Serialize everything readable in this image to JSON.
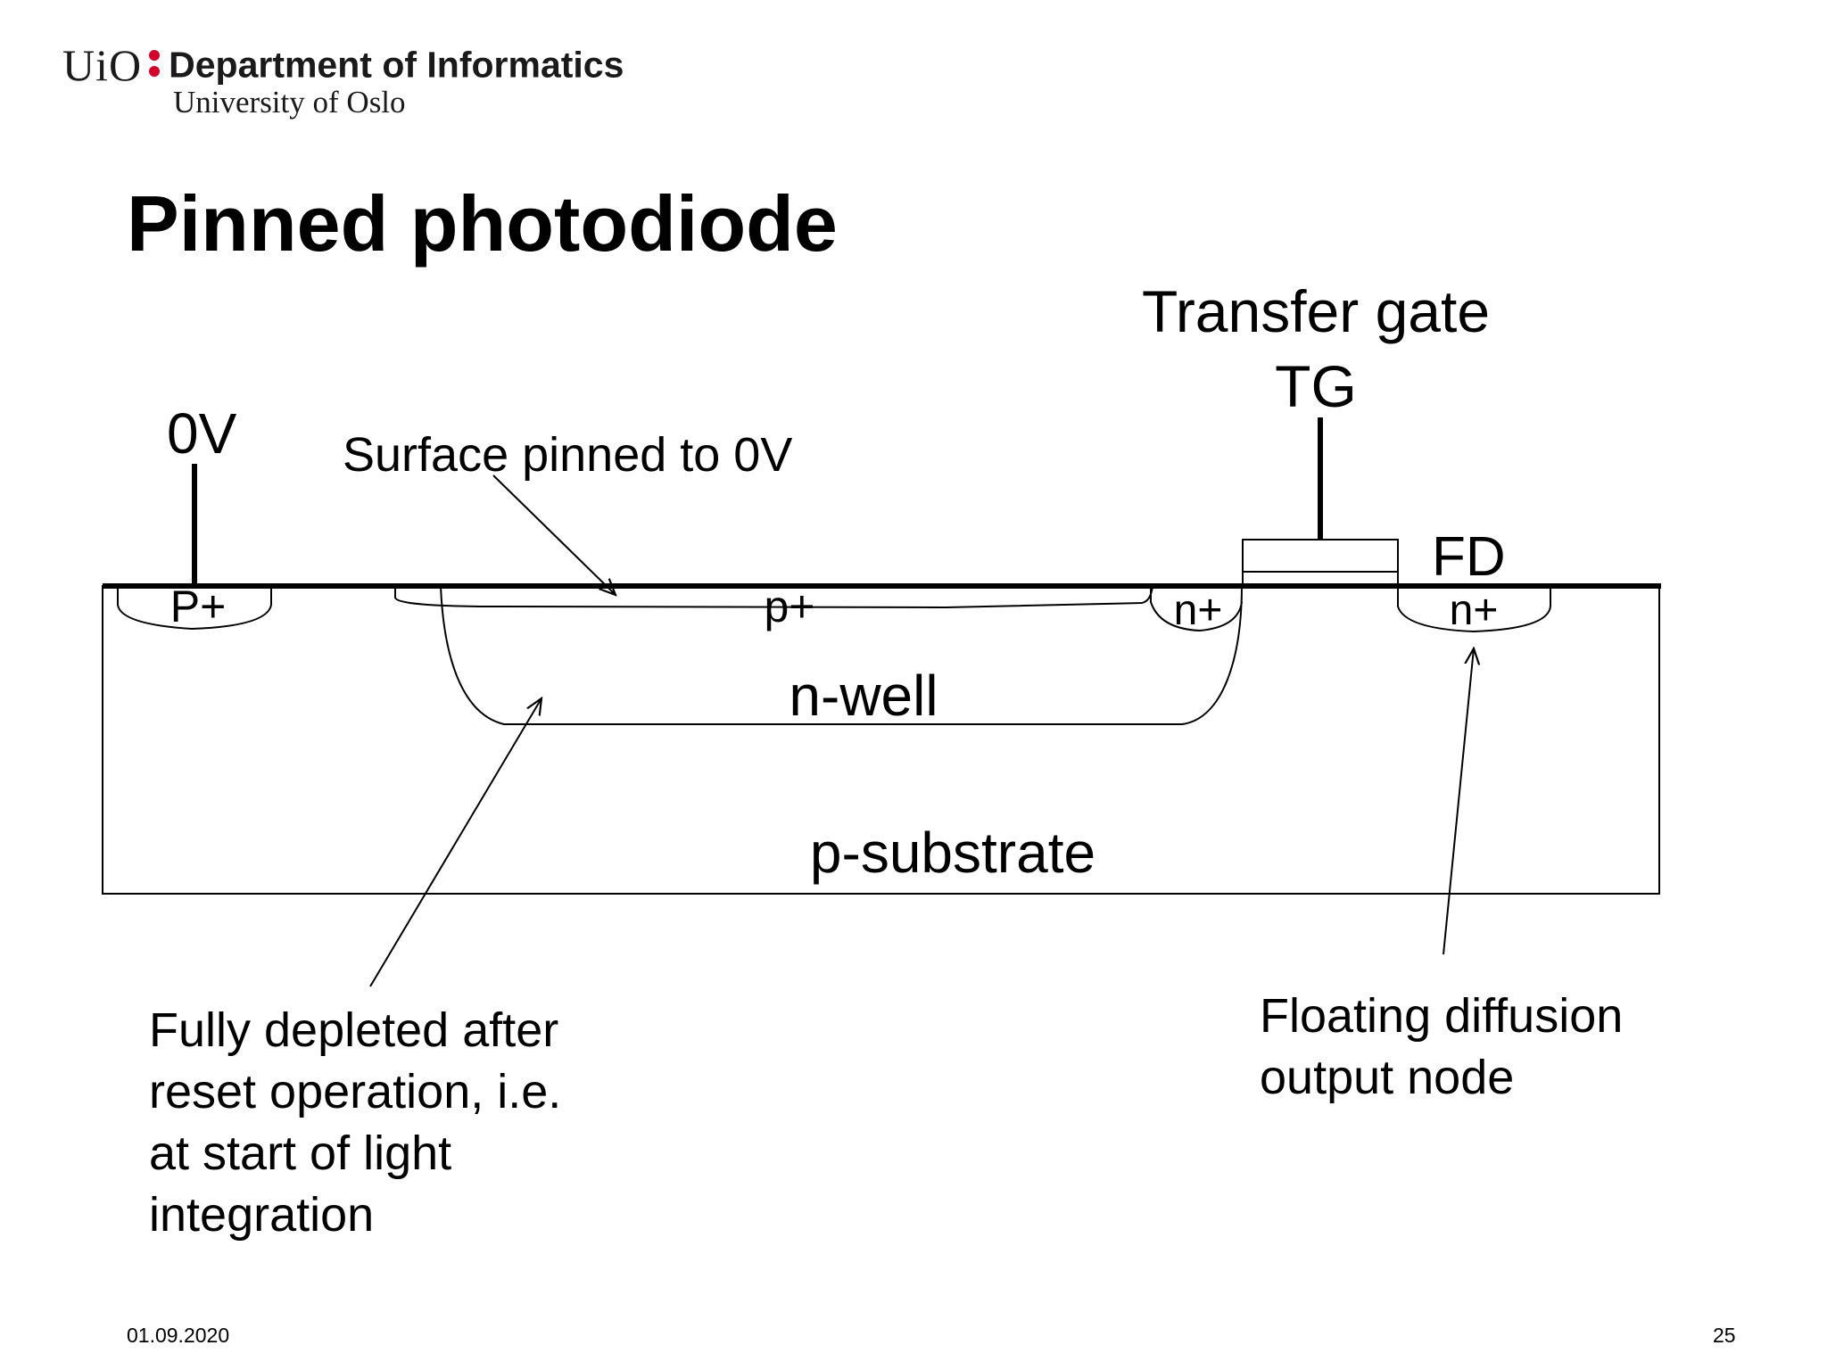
{
  "header": {
    "logo_text": "UiO",
    "department": "Department of Informatics",
    "university": "University of Oslo",
    "accent_color": "#d4002c"
  },
  "slide": {
    "title": "Pinned photodiode"
  },
  "diagram": {
    "labels": {
      "transfer_gate": "Transfer gate",
      "tg": "TG",
      "zero_v": "0V",
      "surface_pinned": "Surface pinned to 0V",
      "fd": "FD",
      "p_plus_contact": "P+",
      "p_plus_pinning": "p+",
      "n_plus_left": "n+",
      "n_plus_right": "n+",
      "n_well": "n-well",
      "p_substrate": "p-substrate"
    },
    "annotations": {
      "depleted_lines": [
        "Fully depleted after",
        "reset operation, i.e.",
        "at start of light",
        "integration"
      ],
      "fd_lines": [
        "Floating diffusion",
        "output node"
      ]
    }
  },
  "footer": {
    "date": "01.09.2020",
    "page_number": "25"
  }
}
